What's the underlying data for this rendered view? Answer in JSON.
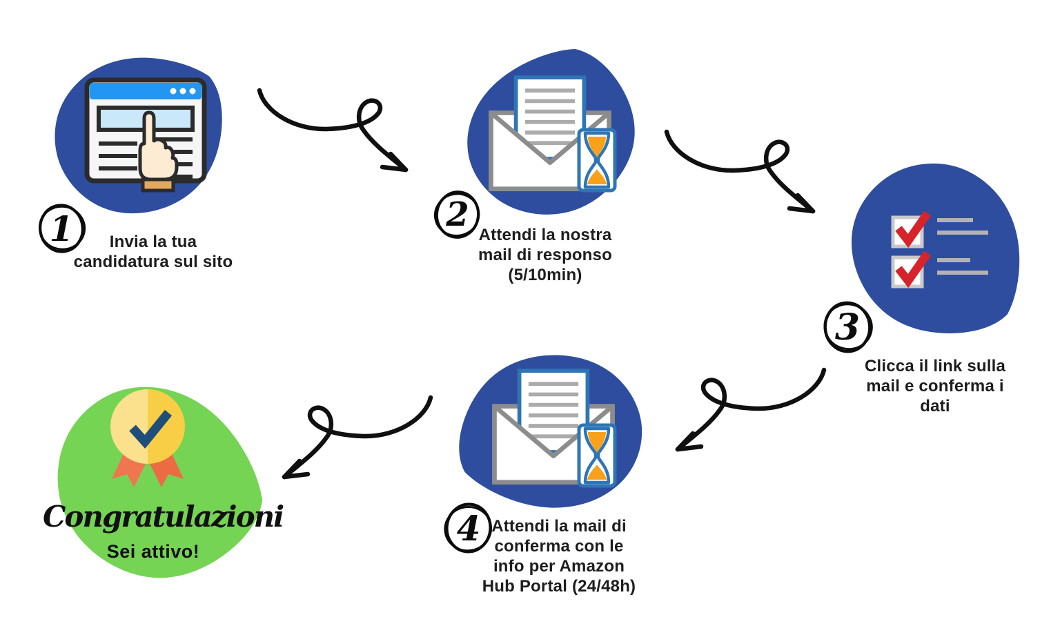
{
  "diagram": {
    "language": "it",
    "steps": [
      {
        "number": "1",
        "icon": "browser-click-icon",
        "label": "Invia la tua\ncandidatura sul sito"
      },
      {
        "number": "2",
        "icon": "mail-hourglass-icon",
        "label": "Attendi la nostra\nmail di responso\n(5/10min)"
      },
      {
        "number": "3",
        "icon": "checklist-icon",
        "label": "Clicca il link sulla\nmail e conferma i\ndati"
      },
      {
        "number": "4",
        "icon": "mail-hourglass-icon",
        "label": "Attendi la mail di\nconferma con le\ninfo per Amazon\nHub Portal (24/48h)"
      }
    ],
    "result": {
      "icon": "medal-check-icon",
      "script_text": "Congratulazioni",
      "subtitle": "Sei attivo!"
    },
    "colors": {
      "blob_blue": "#2E4D9E",
      "blob_green": "#75D453",
      "browser_bar_blue": "#2196F3",
      "banner_light_blue": "#C9E8F9",
      "steel_blue": "#2E75B5",
      "sand_orange": "#F9A11B",
      "check_red": "#D7232A",
      "medal_yellow_light": "#FBE08D",
      "medal_yellow_dark": "#F7CE45",
      "medal_check_navy": "#1E4E79",
      "ribbon_orange": "#F0764F",
      "envelope_gray": "#8C8C8C",
      "line_gray": "#ABABAB",
      "ink": "#101010"
    }
  }
}
